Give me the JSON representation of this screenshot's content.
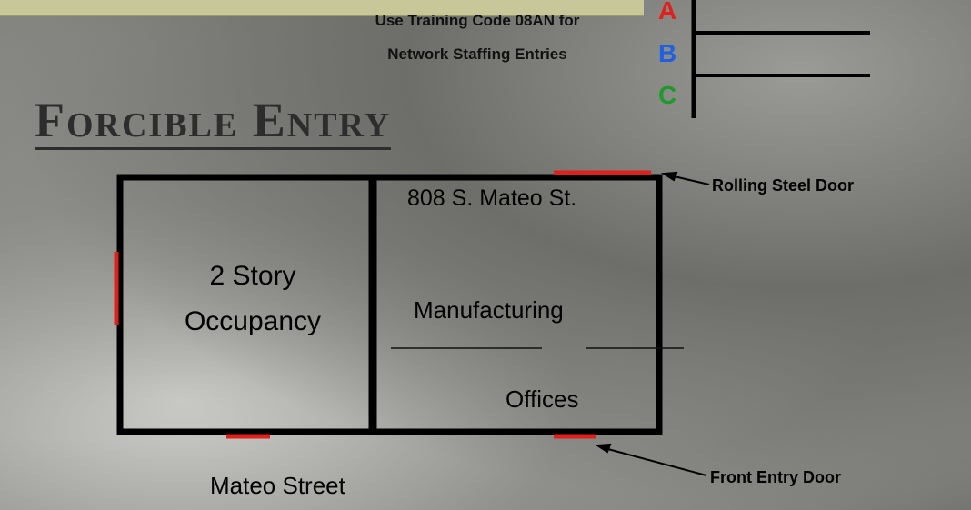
{
  "notice": {
    "line1": "Use Training Code 08AN for",
    "line2": "Network Staffing Entries"
  },
  "title": "Forcible Entry",
  "side_key": [
    {
      "letter": "A",
      "color": "#e0201c"
    },
    {
      "letter": "B",
      "color": "#1f5fe0"
    },
    {
      "letter": "C",
      "color": "#1c9a2c"
    }
  ],
  "floorplan": {
    "address": "808 S. Mateo  St.",
    "left_room": {
      "line1": "2 Story",
      "line2": "Occupancy"
    },
    "right_room": {
      "upper": "Manufacturing",
      "lower": "Offices"
    },
    "street": "Mateo Street",
    "callouts": {
      "rolling_door": "Rolling Steel Door",
      "front_door": "Front Entry Door"
    }
  },
  "colors": {
    "walls": "#000000",
    "doors": "#e0201c",
    "banner": "#c8c79a"
  }
}
